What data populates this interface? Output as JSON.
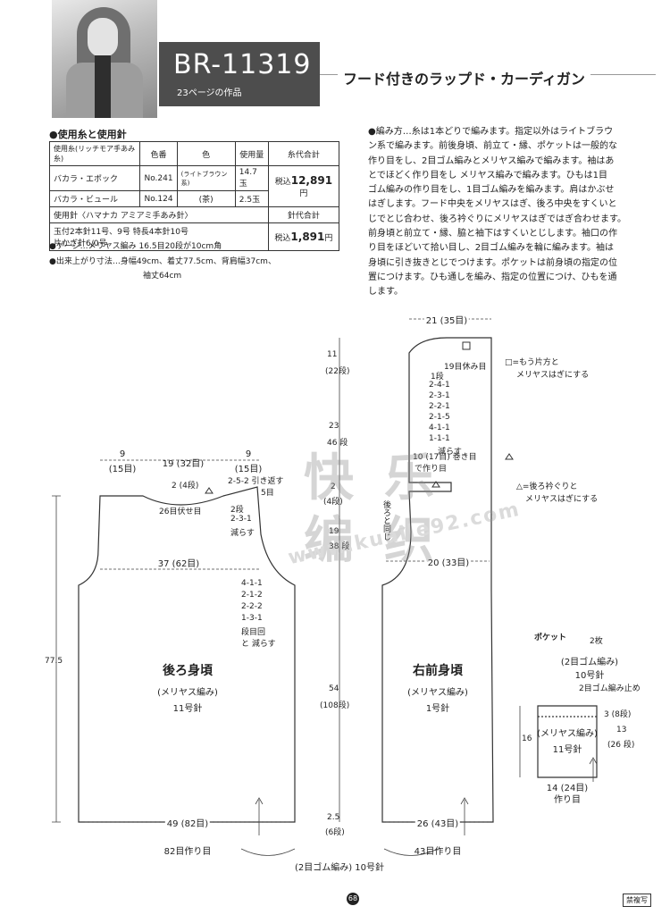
{
  "header": {
    "code": "BR-11319",
    "page_ref": "23ページの作品",
    "title": "フード付きのラップド・カーディガン"
  },
  "materials": {
    "heading": "●使用糸と使用針",
    "table": {
      "head": [
        "使用糸(リッチモア手あみ糸)",
        "色番",
        "色",
        "使用量",
        "糸代合計"
      ],
      "rows": [
        [
          "バカラ・エポック",
          "No.241",
          "(ライトブラウン系)",
          "14.7玉"
        ],
        [
          "バカラ・ビュール",
          "No.124",
          "(茶)",
          "2.5玉"
        ]
      ],
      "yarn_total_prefix": "税込",
      "yarn_total": "12,891",
      "yarn_total_unit": "円",
      "needle_head": "使用針〈ハマナカ アミアミ手あみ針〉",
      "needle_total_head": "針代合計",
      "needles_line1": "玉付2本針11号、9号  特長4本針10号",
      "needles_line2": "片かぎ針6/0号",
      "needle_total_prefix": "税込",
      "needle_total": "1,891",
      "needle_total_unit": "円"
    },
    "gauge": "●ゲージ…メリヤス編み  16.5目20段が10cm角",
    "size_line1": "●出来上がり寸法…身幅49cm、着丈77.5cm、背肩幅37cm、",
    "size_line2": "袖丈64cm"
  },
  "instructions": {
    "lines": [
      "●編み方…糸は1本どりで編みます。指定以外はライトブラウ",
      "ン系で編みます。前後身頃、前立て・縁、ポケットは一般的な",
      "作り目をし、2目ゴム編みとメリヤス編みで編みます。袖はあ",
      "とでほどく作り目をし  メリヤス編みで編みます。ひもは1目",
      "ゴム編みの作り目をし、1目ゴム編みを編みます。肩はかぶせ",
      "はぎします。フード中央をメリヤスはぎ、後ろ中央をすくいと",
      "じでとじ合わせ、後ろ衿ぐりにメリヤスはぎではぎ合わせます。",
      "前身頃と前立て・縁、脇と袖下はすくいとじします。袖口の作",
      "り目をほどいて拾い目し、2目ゴム編みを輪に編みます。袖は",
      "身頃に引き抜きとじでつけます。ポケットは前身頃の指定の位",
      "置につけます。ひも通しを編み、指定の位置につけ、ひもを通",
      "します。"
    ]
  },
  "back": {
    "name": "後ろ身頃",
    "stitch": "(メリヤス編み)",
    "needle": "11号針",
    "top_left": "9",
    "top_left_sts": "(15目)",
    "top_mid": "19 (32目)",
    "top_right": "9",
    "top_right_sts": "(15目)",
    "neck_depth": "2 (4段)",
    "neck_bind": "26目伏せ目",
    "shoulder_shaping": "2-5-2 引き返す",
    "shoulder_sts": "5目",
    "neck_dec": [
      "2段",
      "2-3-1",
      "減らす"
    ],
    "shoulder_width": "37 (62目)",
    "arm_dec": [
      "4-1-1",
      "2-1-2",
      "2-2-2",
      "1-3-1",
      "段目回",
      "と 減らす"
    ],
    "height": "77.5",
    "bottom_width": "49 (82目)",
    "cast_on": "82目作り目"
  },
  "front": {
    "name": "右前身頃",
    "stitch": "(メリヤス編み)",
    "needle": "1号針",
    "hood_width": "21 (35目)",
    "hood_rest": "19目休み目",
    "hood_dec": [
      "1段",
      "2-4-1",
      "2-3-1",
      "2-2-1",
      "2-1-5",
      "4-1-1",
      "1-1-1",
      "減らす"
    ],
    "hood_top_h": "11",
    "hood_top_rows": "(22段)",
    "hood_mid_h": "23",
    "hood_mid_rows": "46 段",
    "neck_h": "2",
    "neck_rows": "(4段)",
    "arm_h": "19",
    "arm_rows": "38 段",
    "body_h": "54",
    "body_rows": "(108段)",
    "rib_h": "2.5",
    "rib_rows": "(6段)",
    "collar_cast": "10 (17目) 巻き目",
    "collar_cast2": "で作り目",
    "same_as_back": "後ろと同じ",
    "width_20": "20 (33目)",
    "bottom_width": "26 (43目)",
    "cast_on": "43目作り目"
  },
  "common": {
    "rib": "(2目ゴム編み) 10号針"
  },
  "legend": {
    "square": "□=もう片方と",
    "square2": "メリヤスはぎにする",
    "triangle": "△=後ろ衿ぐりと",
    "triangle2": "メリヤスはぎにする"
  },
  "pocket": {
    "title": "ポケット",
    "count": "2枚",
    "rib": "(2目ゴム編み)",
    "rib_needle": "10号針",
    "bind_off": "2目ゴム編み止め",
    "rib_h": "3 (8段)",
    "total_h": "16",
    "body_h": "13",
    "body_rows": "(26 段)",
    "stitch": "(メリヤス編み)",
    "needle": "11号針",
    "width": "14 (24目)",
    "cast_on": "作り目"
  },
  "watermark": {
    "chars": [
      "快",
      "乐",
      "编",
      "织"
    ],
    "url": "www.kuaile92.com"
  },
  "footer": {
    "page": "68",
    "badge": "禁複写"
  }
}
